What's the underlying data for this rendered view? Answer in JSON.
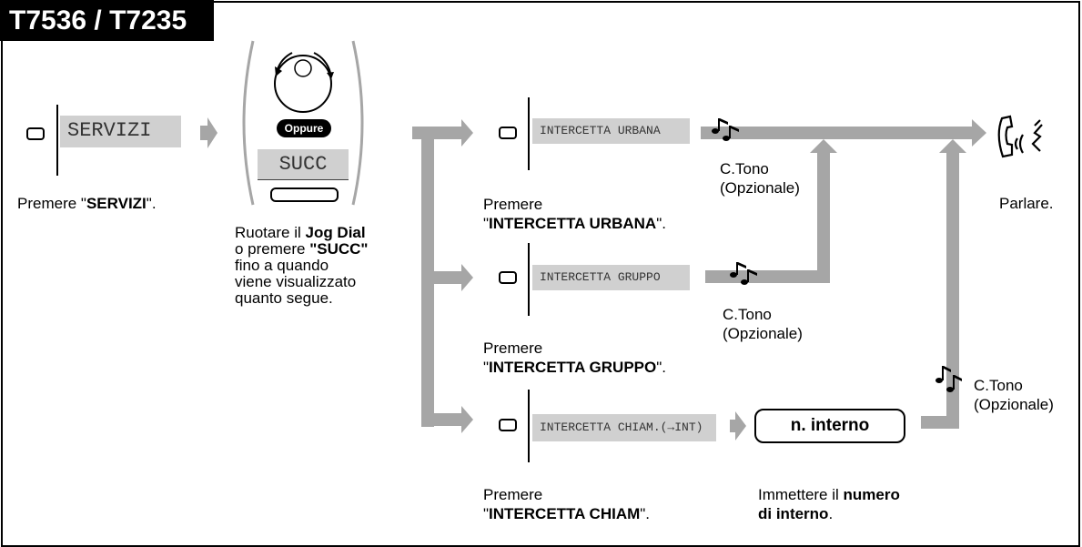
{
  "model_tab": "T7536 / T7235",
  "step1": {
    "lcd": "SERVIZI",
    "caption_pre": "Premere \"",
    "caption_bold": "SERVIZI",
    "caption_post": "\"."
  },
  "step2": {
    "oppure": "Oppure",
    "lcd": "SUCC",
    "line1_pre": "Ruotare il ",
    "line1_bold": "Jog Dial",
    "line2_pre": "o premere ",
    "line2_bold": "\"SUCC\"",
    "line3": "fino a quando",
    "line4": "viene visualizzato",
    "line5": "quanto segue."
  },
  "option_urbana": {
    "lcd": "INTERCETTA URBANA",
    "caption_line1": "Premere",
    "caption_pre": "\"",
    "caption_bold": "INTERCETTA URBANA",
    "caption_post": "\"."
  },
  "option_gruppo": {
    "lcd": "INTERCETTA GRUPPO",
    "caption_line1": "Premere",
    "caption_pre": "\"",
    "caption_bold": "INTERCETTA GRUPPO",
    "caption_post": "\"."
  },
  "option_chiam": {
    "lcd": "INTERCETTA CHIAM.(→INT)",
    "caption_line1": "Premere",
    "caption_pre": "\"",
    "caption_bold": "INTERCETTA CHIAM",
    "caption_post": "\"."
  },
  "tone_label_line1": "C.Tono",
  "tone_label_line2": "(Opzionale)",
  "extension": {
    "box_label": "n. interno",
    "caption_pre": "Immettere il ",
    "caption_bold1": "numero",
    "caption_bold2": "di interno",
    "caption_post": "."
  },
  "talk": {
    "caption": "Parlare."
  },
  "colors": {
    "flow_arrow": "#a6a6a6",
    "lcd_background": "#d0d0d0",
    "tab_background": "#000000"
  }
}
